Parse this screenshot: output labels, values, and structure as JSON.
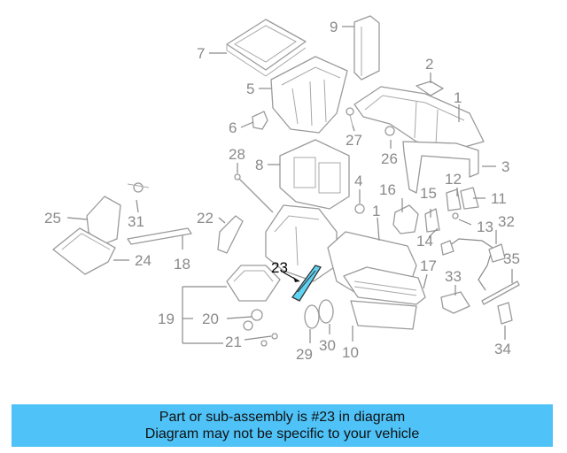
{
  "caption": {
    "line1": "Part or sub-assembly is #23 in diagram",
    "line2": "Diagram may not be specific to your vehicle"
  },
  "highlight_color": "#5fd3f3",
  "caption_color": "#4fc2f7",
  "parts": {
    "p1a": "1",
    "p1b": "1",
    "p2": "2",
    "p3": "3",
    "p4": "4",
    "p5": "5",
    "p6": "6",
    "p7": "7",
    "p8": "8",
    "p9": "9",
    "p10": "10",
    "p11": "11",
    "p12": "12",
    "p13": "13",
    "p14": "14",
    "p15": "15",
    "p16": "16",
    "p17": "17",
    "p18": "18",
    "p19": "19",
    "p20": "20",
    "p21": "21",
    "p22": "22",
    "p23": "23",
    "p24": "24",
    "p25": "25",
    "p26": "26",
    "p27": "27",
    "p28": "28",
    "p29": "29",
    "p30": "30",
    "p31": "31",
    "p32": "32",
    "p33": "33",
    "p34": "34",
    "p35": "35"
  }
}
